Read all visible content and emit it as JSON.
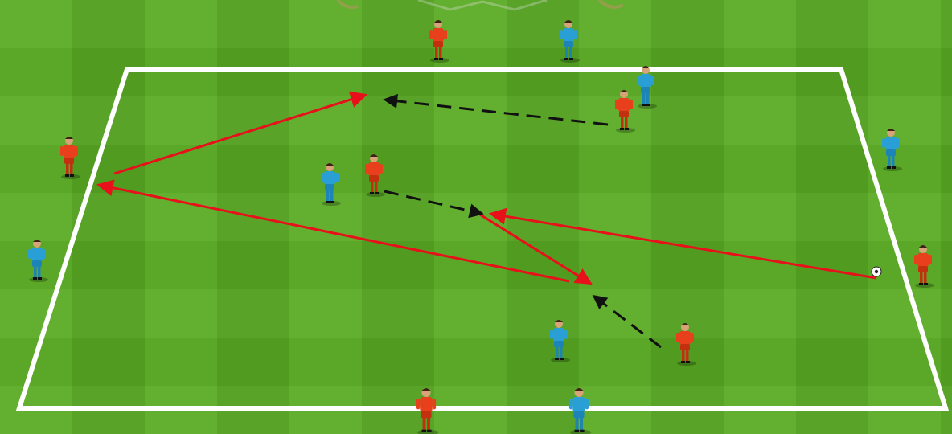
{
  "scene": {
    "description_visible_text": [],
    "team_colors": {
      "red_team": "#e8401c",
      "blue_team": "#2a9fd6",
      "pitch_light": "#5fae2a",
      "pitch_dark": "#4f9a22",
      "boundary_line": "#ffffff",
      "pass_arrow": "#e8101a",
      "run_arrow": "#111111"
    },
    "players": [
      {
        "id": "red-top-center",
        "team": "red"
      },
      {
        "id": "blue-top-center",
        "team": "blue"
      },
      {
        "id": "blue-top-right",
        "team": "blue"
      },
      {
        "id": "red-top-right",
        "team": "red"
      },
      {
        "id": "red-left-upper",
        "team": "red"
      },
      {
        "id": "blue-left-lower",
        "team": "blue"
      },
      {
        "id": "blue-mid-left",
        "team": "blue"
      },
      {
        "id": "red-mid-left",
        "team": "red"
      },
      {
        "id": "blue-right-upper",
        "team": "blue"
      },
      {
        "id": "red-right-ball",
        "team": "red"
      },
      {
        "id": "blue-center-bottom",
        "team": "blue"
      },
      {
        "id": "red-center-bottom-right",
        "team": "red"
      },
      {
        "id": "red-bottom-center",
        "team": "red"
      },
      {
        "id": "blue-bottom-center",
        "team": "blue"
      }
    ],
    "ball": {
      "holder": "red-right-ball"
    }
  }
}
